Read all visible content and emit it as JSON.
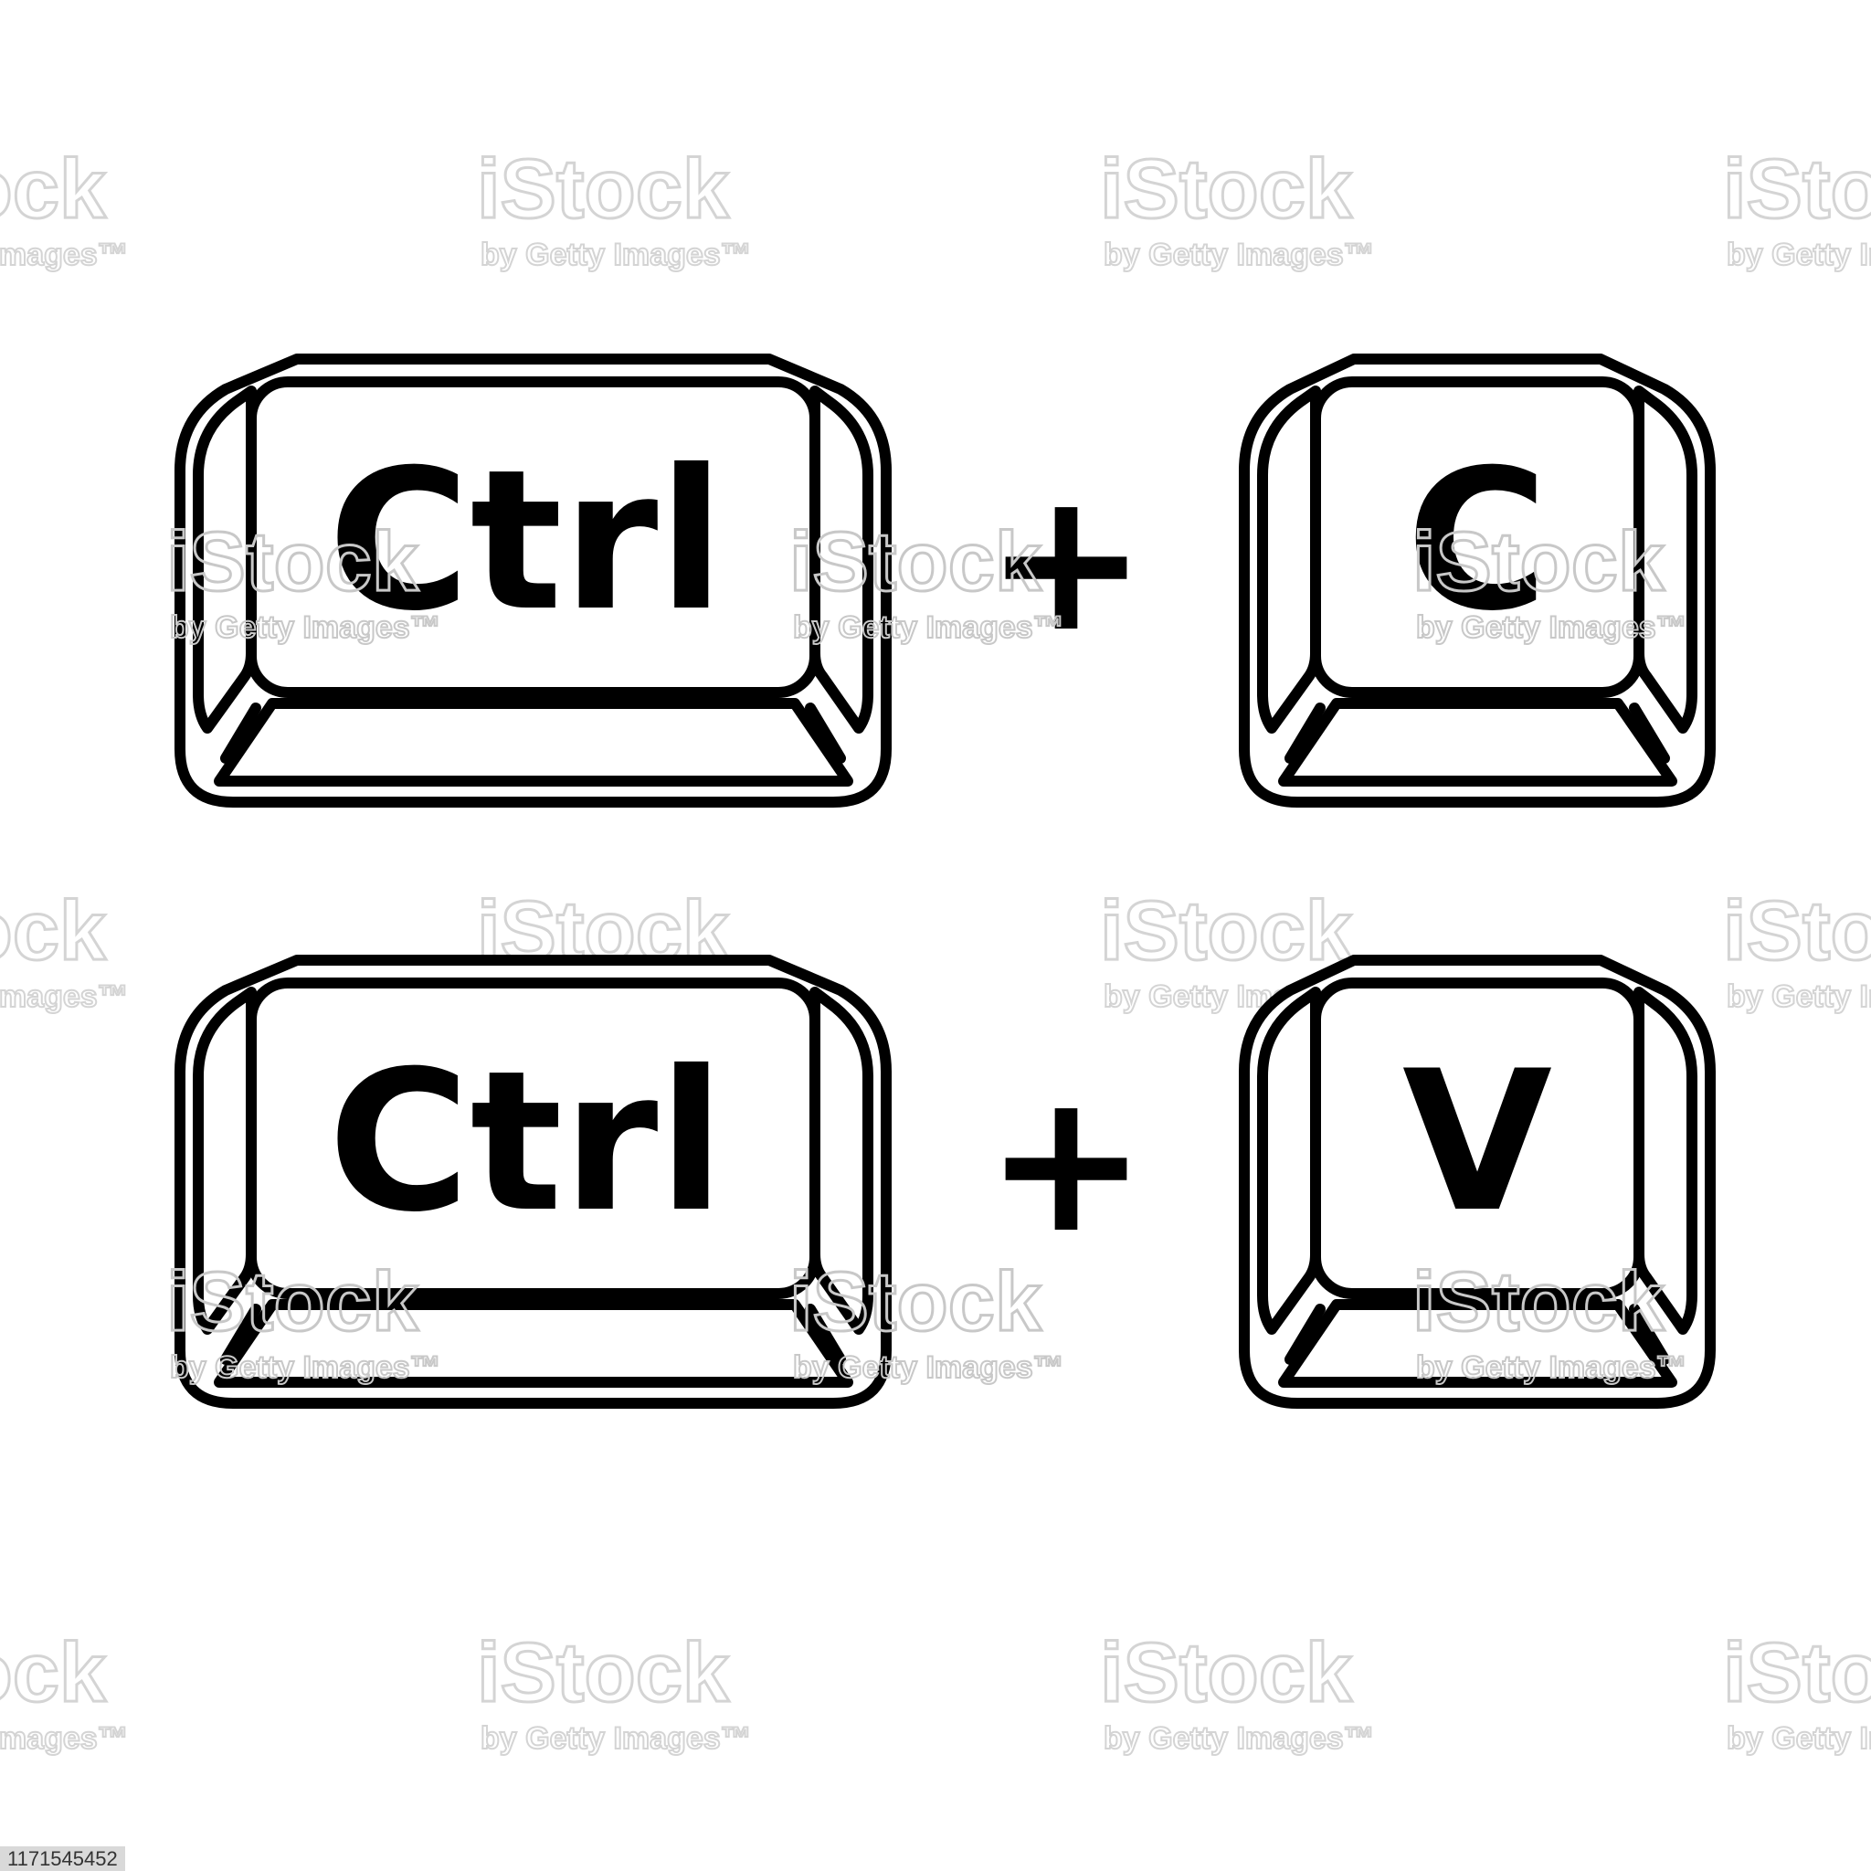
{
  "shortcuts": [
    {
      "modifier": "Ctrl",
      "operator": "+",
      "key": "C"
    },
    {
      "modifier": "Ctrl",
      "operator": "+",
      "key": "V"
    }
  ],
  "watermark": {
    "brand": "iStock",
    "byline": "by Getty Images",
    "trademark": "™"
  },
  "image_id": "1171545452",
  "colors": {
    "ink": "#000000",
    "background": "#ffffff",
    "watermark": "#d4d4d4"
  }
}
